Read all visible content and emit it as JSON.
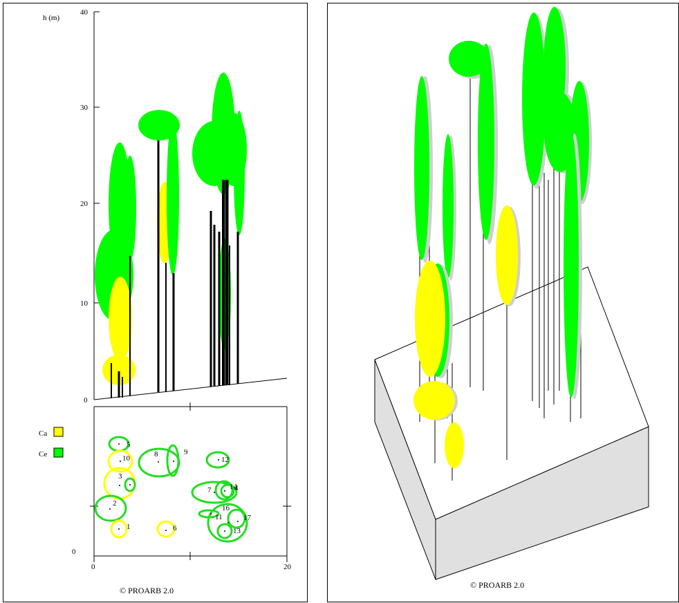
{
  "left_panel": {
    "profile_axis": {
      "ylabel": "h (m)",
      "ticks": [
        "40",
        "30",
        "20",
        "10",
        "0"
      ]
    },
    "plan_axis": {
      "x_ticks": [
        "0",
        "20"
      ],
      "y_ticks": [
        "0"
      ]
    },
    "legend": [
      {
        "label": "Ca",
        "color": "#ffff00"
      },
      {
        "label": "Ce",
        "color": "#00ff00"
      }
    ],
    "tree_numbers": [
      "1",
      "2",
      "3",
      "4",
      "5",
      "6",
      "7",
      "8",
      "9",
      "10",
      "11",
      "12",
      "13",
      "14",
      "16",
      "17"
    ],
    "copyright": "© PROARB 2.0"
  },
  "right_panel": {
    "copyright": "© PROARB 2.0"
  },
  "colors": {
    "crown_green": "#00ff00",
    "crown_green_stroke": "#22cc22",
    "crown_yellow": "#ffff00",
    "stem": "#000000",
    "box_side": "#e0e0e0"
  }
}
